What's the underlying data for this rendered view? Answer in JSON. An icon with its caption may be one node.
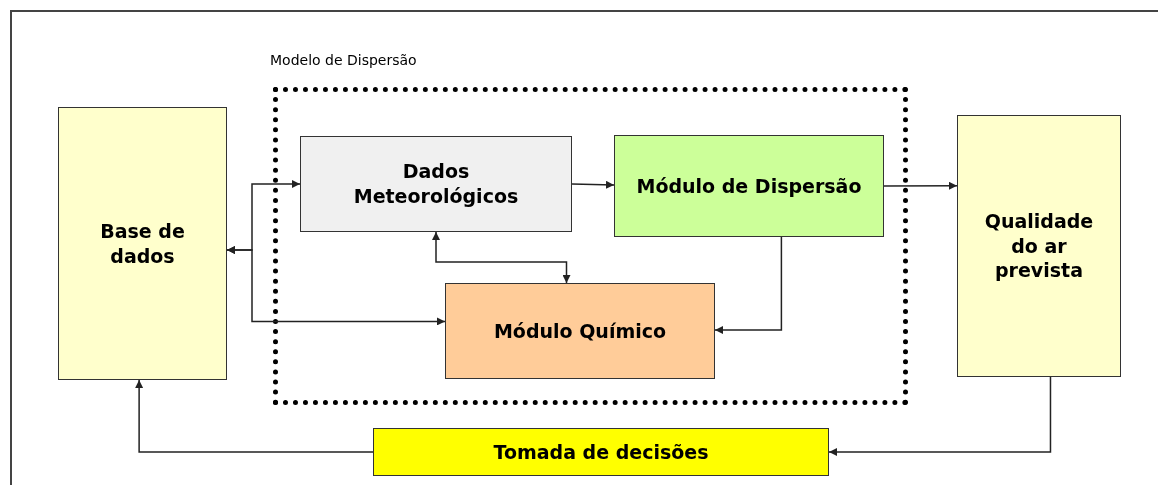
{
  "diagram": {
    "nodes": [
      {
        "text": [
          "Base de dados"
        ]
      },
      {
        "text": [
          "Modelo de Dispersão"
        ]
      },
      {
        "text": [
          "Dados Meteorológicos"
        ],
        "in": 1
      },
      {
        "text": [
          "Módulo de Dispersão"
        ],
        "in": 1
      },
      {
        "text": [
          "Módulo Químico"
        ],
        "in": 1
      },
      {
        "text": [
          "Qualidade do ar prevista"
        ]
      },
      {
        "text": [
          "Tomada de decisões"
        ]
      }
    ],
    "edges": [
      {
        "from": 0,
        "to": 2,
        "arrow": "both"
      },
      {
        "from": 0,
        "to": 4,
        "arrow": "both"
      },
      {
        "from": 2,
        "to": 3,
        "arrow": "to"
      },
      {
        "from": 2,
        "to": 4,
        "arrow": "both"
      },
      {
        "from": 3,
        "to": 4,
        "arrow": "to"
      },
      {
        "from": 3,
        "to": 5,
        "arrow": "to"
      },
      {
        "from": 5,
        "to": 6,
        "arrow": "to"
      },
      {
        "from": 6,
        "to": 0,
        "arrow": "to"
      }
    ]
  }
}
